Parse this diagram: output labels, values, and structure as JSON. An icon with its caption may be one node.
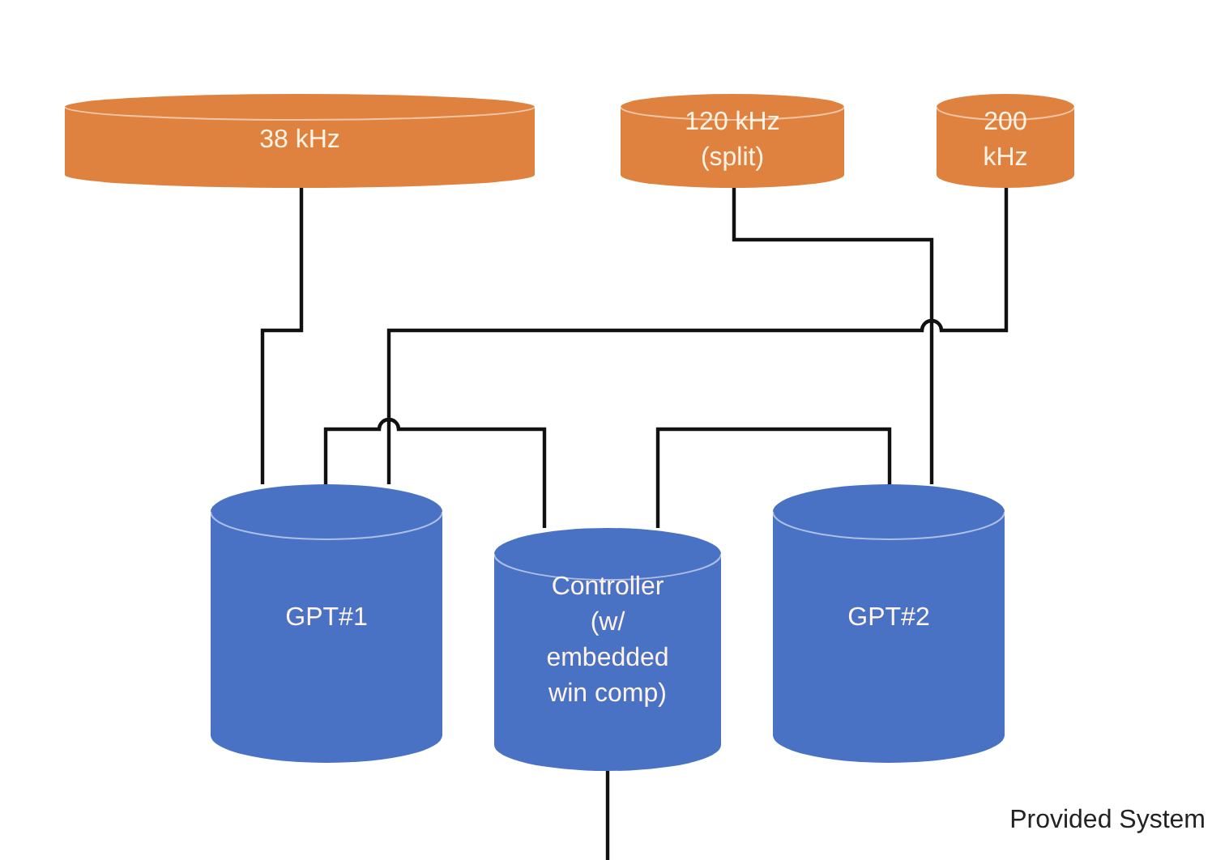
{
  "diagram": {
    "nodes": [
      {
        "text": [
          "38 kHz"
        ]
      },
      {
        "text": [
          "120 kHz (split)"
        ]
      },
      {
        "text": [
          "200 kHz"
        ]
      },
      {
        "text": [
          "GPT#1"
        ]
      },
      {
        "text": [
          "Controller (w/ embedded win comp)"
        ]
      },
      {
        "text": [
          "GPT#2"
        ]
      }
    ],
    "edges": [
      {
        "from": 0,
        "to": 3,
        "arrow": "none"
      },
      {
        "from": 1,
        "to": 5,
        "arrow": "none"
      },
      {
        "from": 2,
        "to": 3,
        "arrow": "none"
      },
      {
        "from": 3,
        "to": 4,
        "arrow": "none"
      },
      {
        "from": 4,
        "to": 5,
        "arrow": "none"
      },
      {
        "from": 4,
        "to": null,
        "arrow": "none"
      }
    ],
    "labels": [
      "Provided System"
    ]
  }
}
